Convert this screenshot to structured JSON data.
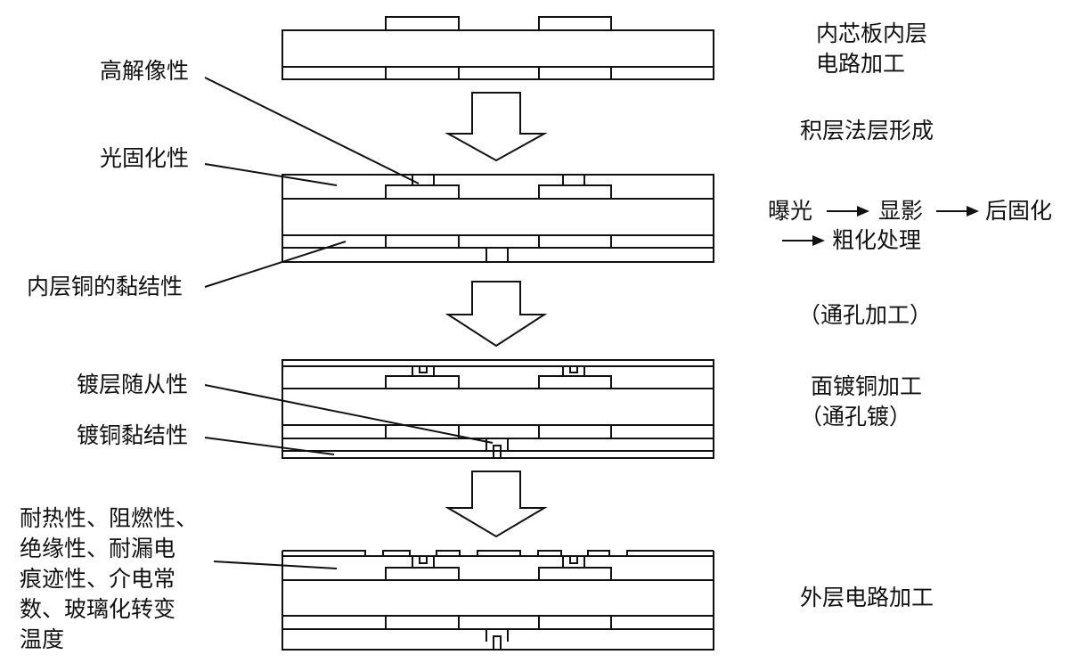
{
  "steps": {
    "s1_line1": "内芯板内层",
    "s1_line2": "电路加工",
    "s2": "积层法层形成",
    "s3_line1": "曝光",
    "s3_arrow": "→",
    "s3_line1b": "显影",
    "s3_line1c": "后固化",
    "s3_line2": "粗化处理",
    "s4": "（通孔加工）",
    "s5_line1": "面镀铜加工",
    "s5_line2": "（通孔镀）",
    "s6": "外层电路加工"
  },
  "properties": {
    "p1": "高解像性",
    "p2": "光固化性",
    "p3": "内层铜的黏结性",
    "p4": "镀层随从性",
    "p5": "镀铜黏结性",
    "p6_line1": "耐热性、阻燃性、",
    "p6_line2": "绝缘性、耐漏电",
    "p6_line3": "痕迹性、介电常",
    "p6_line4": "数、玻璃化转变",
    "p6_line5": "温度"
  }
}
